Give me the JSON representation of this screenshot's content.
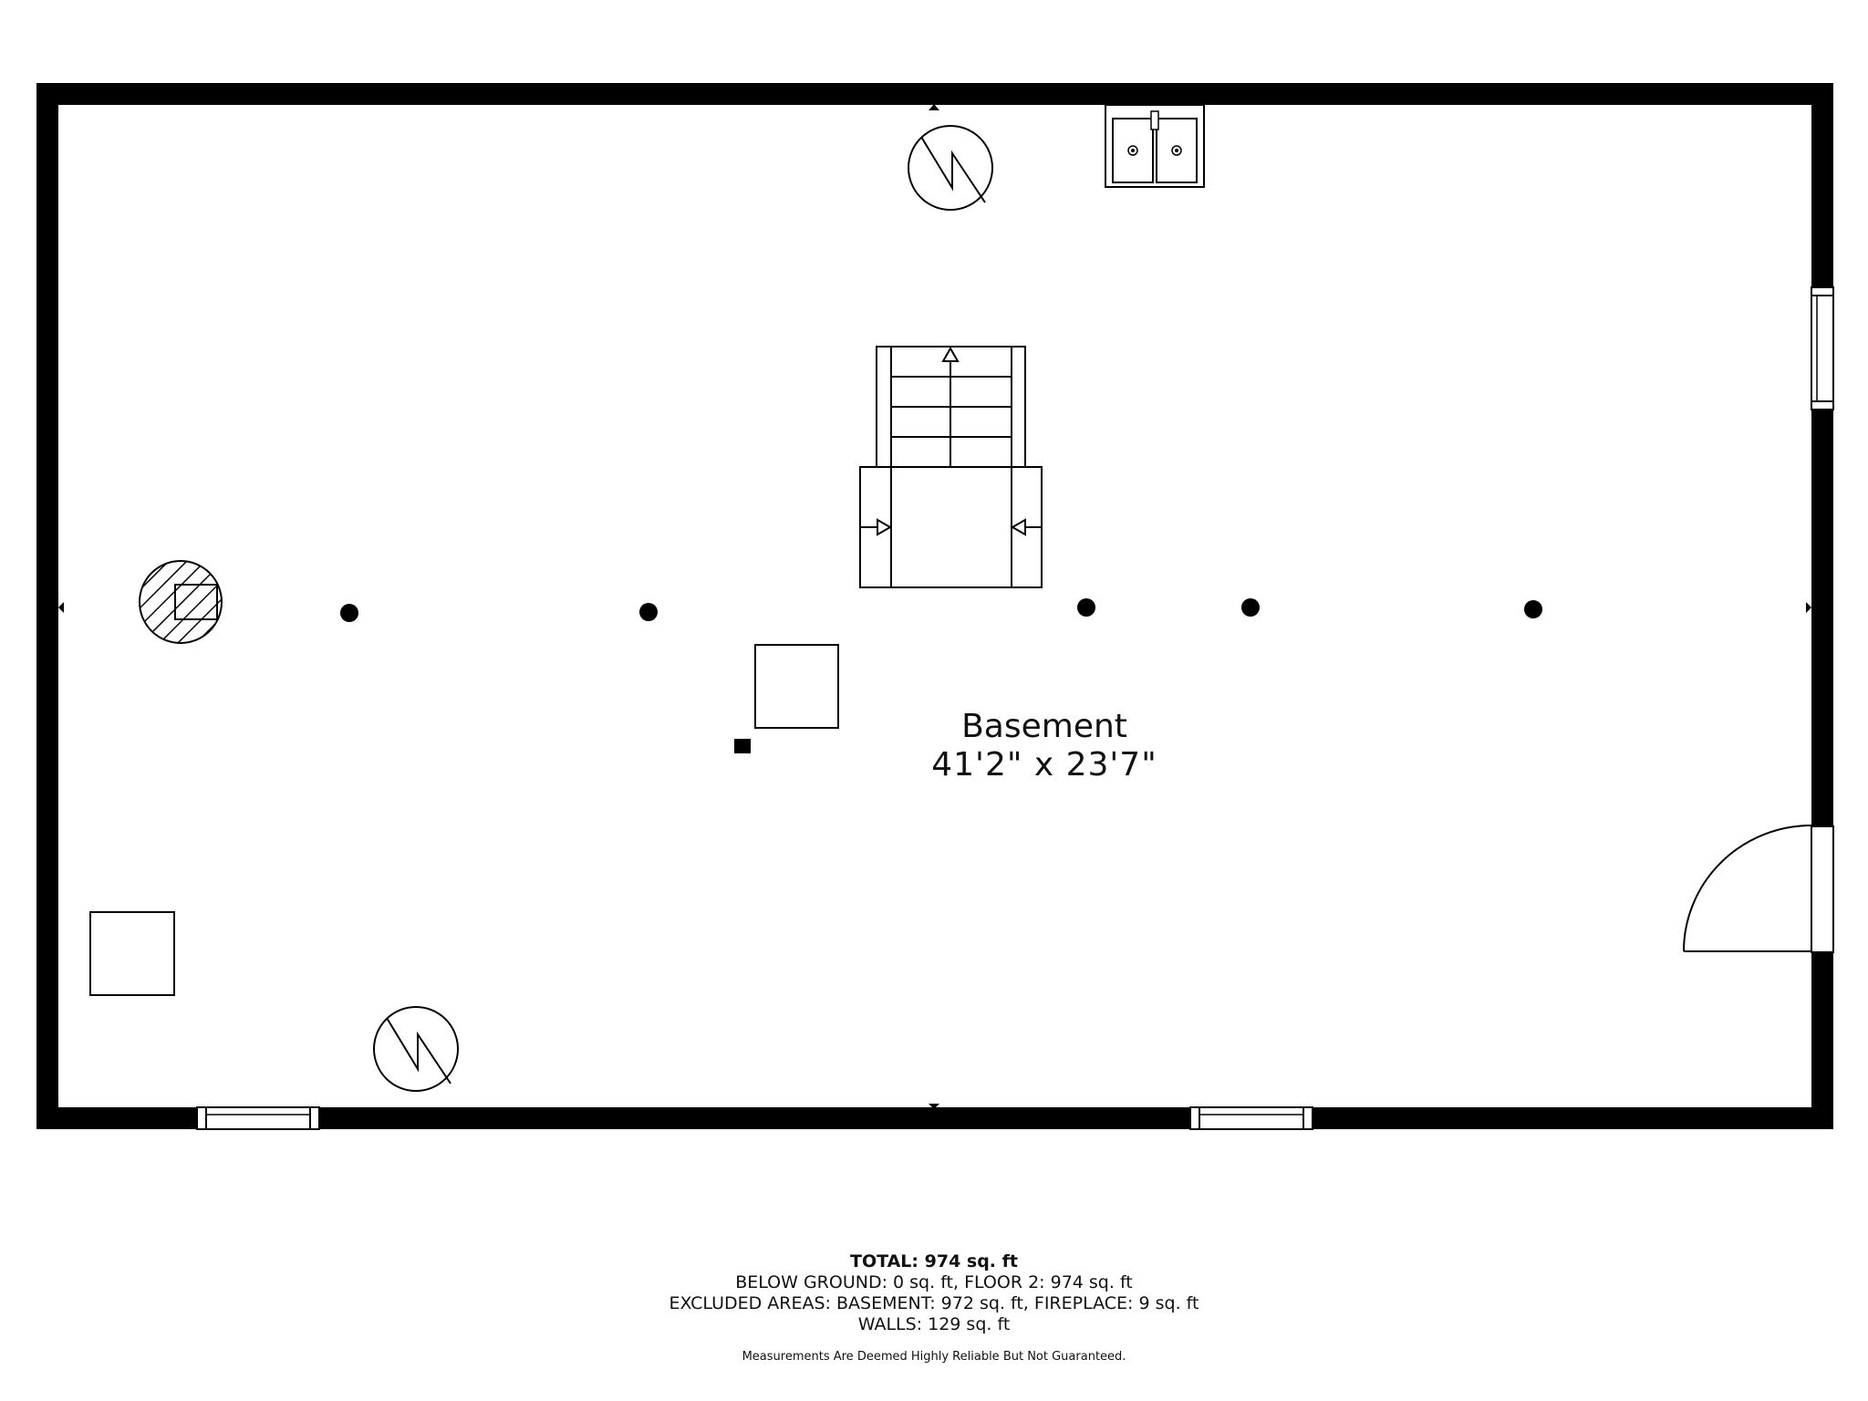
{
  "room": {
    "name": "Basement",
    "dimensions": "41'2\" x 23'7\""
  },
  "summary": {
    "total": "TOTAL: 974 sq. ft",
    "below_ground": "BELOW GROUND: 0 sq. ft, FLOOR 2: 974 sq. ft",
    "excluded": "EXCLUDED AREAS: BASEMENT: 972 sq. ft, FIREPLACE: 9 sq. ft",
    "walls": "WALLS: 129 sq. ft",
    "disclaimer": "Measurements Are Deemed Highly Reliable But Not Guaranteed."
  },
  "colors": {
    "wall": "#000000",
    "background": "#ffffff"
  },
  "icons": [
    "water-heater-icon",
    "sink-icon",
    "staircase-icon",
    "fireplace-icon",
    "support-post-icon",
    "door-swing-icon",
    "window-icon"
  ]
}
